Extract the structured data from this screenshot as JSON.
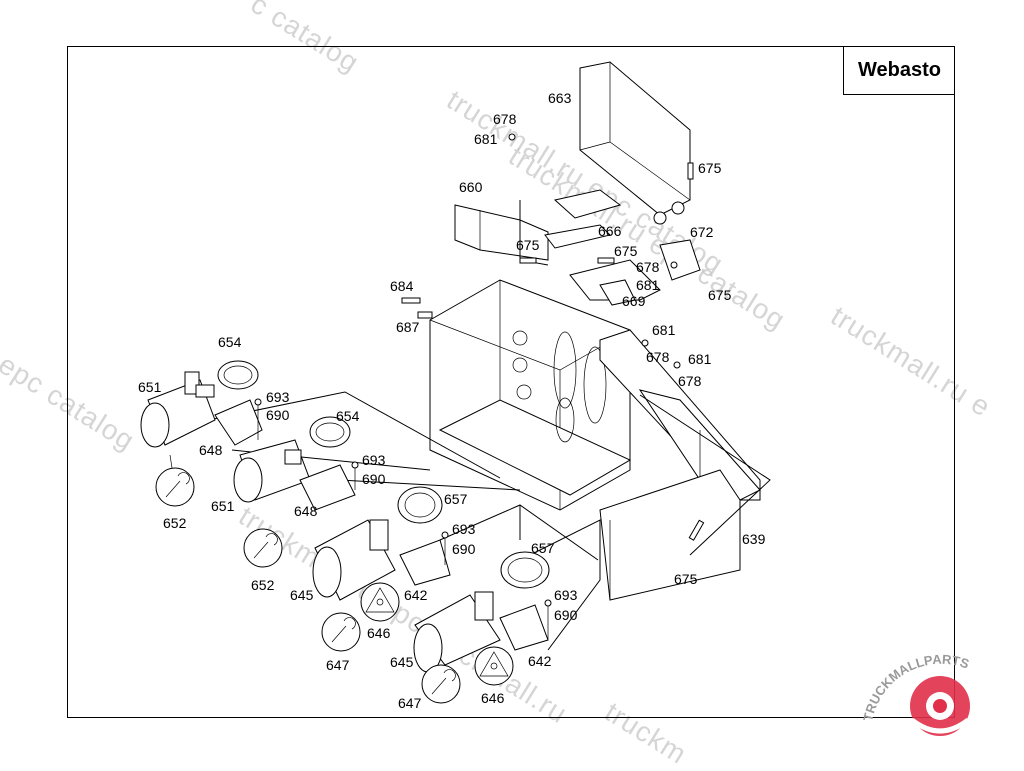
{
  "brand": "Webasto",
  "watermarks": [
    "c catalog",
    "truckmall.ru epc catalog",
    "truckmall.ru epc catalog",
    "truckmall.ru e",
    "l epc catalog",
    "truckmall.ru epc",
    "truckmall.ru",
    "truckm"
  ],
  "logo": {
    "text": "TRUCKMALLPARTS",
    "colors": {
      "primary": "#e0304a",
      "secondary": "#9a9a9a"
    }
  },
  "labels": {
    "l663": "663",
    "l678a": "678",
    "l681a": "681",
    "l675a": "675",
    "l660": "660",
    "l675b": "675",
    "l666": "666",
    "l675c": "675",
    "l672": "672",
    "l678b": "678",
    "l669": "669",
    "l681b": "681",
    "l675d": "675",
    "l684": "684",
    "l687": "687",
    "l681c": "681",
    "l678c": "678",
    "l681d": "681",
    "l678d": "678",
    "l654a": "654",
    "l651a": "651",
    "l693a": "693",
    "l690a": "690",
    "l648a": "648",
    "l654b": "654",
    "l693b": "693",
    "l690b": "690",
    "l652a": "652",
    "l651b": "651",
    "l648b": "648",
    "l657a": "657",
    "l693c": "693",
    "l690c": "690",
    "l657b": "657",
    "l652b": "652",
    "l645a": "645",
    "l642a": "642",
    "l646a": "646",
    "l693d": "693",
    "l690d": "690",
    "l639": "639",
    "l675e": "675",
    "l647a": "647",
    "l645b": "645",
    "l642b": "642",
    "l647b": "647",
    "l646b": "646"
  }
}
